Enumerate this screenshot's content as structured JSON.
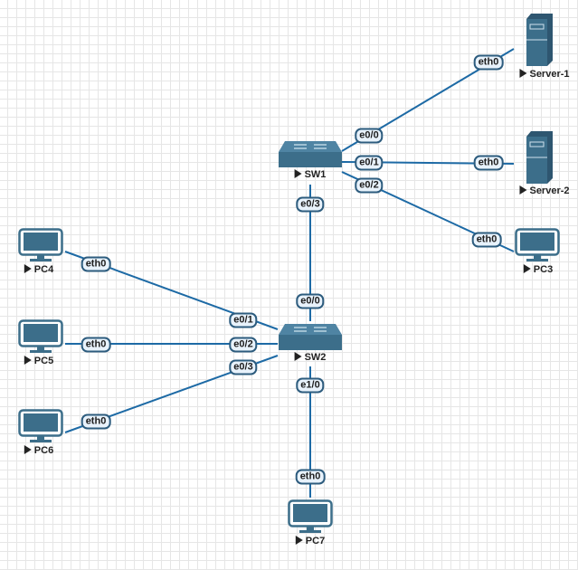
{
  "colors": {
    "link": "#1d6aa5",
    "device": "#3c6e8a",
    "device_dark": "#2e5670",
    "port_bg": "#e8f2fb",
    "port_border": "#2d5c7e"
  },
  "nodes": [
    {
      "id": "SW1",
      "label": "SW1",
      "type": "switch-icon"
    },
    {
      "id": "SW2",
      "label": "SW2",
      "type": "switch-icon"
    },
    {
      "id": "Server-1",
      "label": "Server-1",
      "type": "server-icon"
    },
    {
      "id": "Server-2",
      "label": "Server-2",
      "type": "server-icon"
    },
    {
      "id": "PC3",
      "label": "PC3",
      "type": "pc-icon"
    },
    {
      "id": "PC4",
      "label": "PC4",
      "type": "pc-icon"
    },
    {
      "id": "PC5",
      "label": "PC5",
      "type": "pc-icon"
    },
    {
      "id": "PC6",
      "label": "PC6",
      "type": "pc-icon"
    },
    {
      "id": "PC7",
      "label": "PC7",
      "type": "pc-icon"
    }
  ],
  "links": [
    {
      "a": "SW1",
      "a_port": "e0/0",
      "b": "Server-1",
      "b_port": "eth0"
    },
    {
      "a": "SW1",
      "a_port": "e0/1",
      "b": "Server-2",
      "b_port": "eth0"
    },
    {
      "a": "SW1",
      "a_port": "e0/2",
      "b": "PC3",
      "b_port": "eth0"
    },
    {
      "a": "SW1",
      "a_port": "e0/3",
      "b": "SW2",
      "b_port": "e0/0"
    },
    {
      "a": "SW2",
      "a_port": "e0/1",
      "b": "PC4",
      "b_port": "eth0"
    },
    {
      "a": "SW2",
      "a_port": "e0/2",
      "b": "PC5",
      "b_port": "eth0"
    },
    {
      "a": "SW2",
      "a_port": "e0/3",
      "b": "PC6",
      "b_port": "eth0"
    },
    {
      "a": "SW2",
      "a_port": "e1/0",
      "b": "PC7",
      "b_port": "eth0"
    }
  ]
}
